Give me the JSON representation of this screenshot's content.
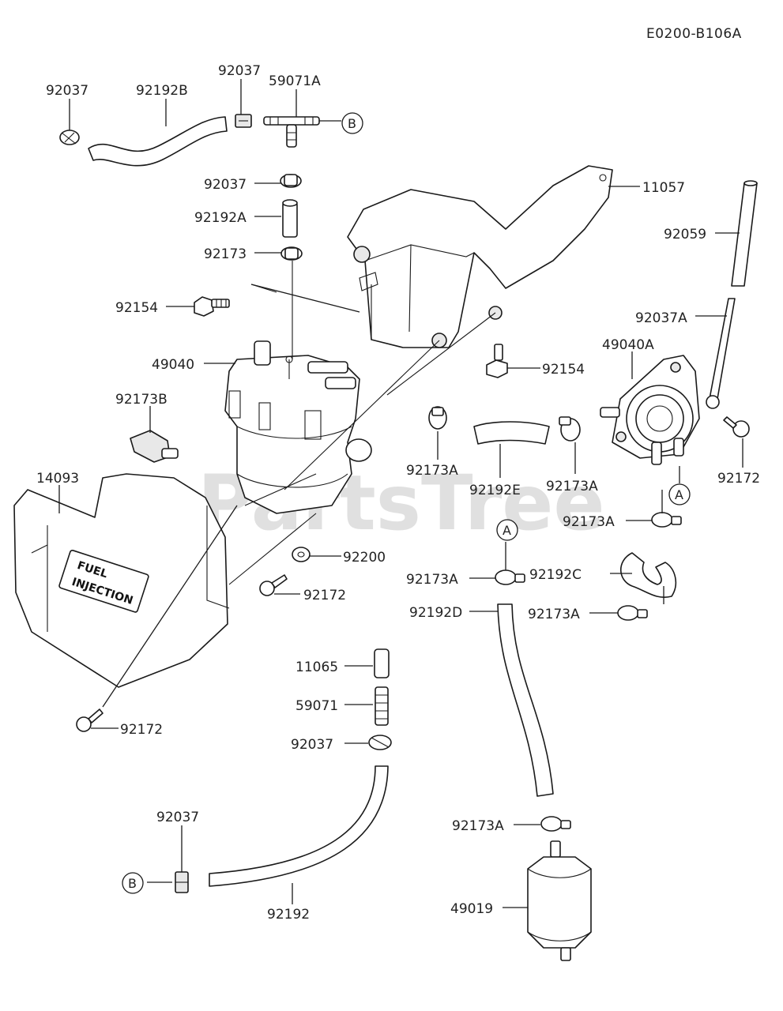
{
  "diagram_code": "E0200-B106A",
  "watermark": "PartsTree",
  "nameplate": {
    "line1": "FUEL",
    "line2": "INJECTION"
  },
  "refs": {
    "a": "A",
    "b": "B"
  },
  "labels": {
    "p92037_left": "92037",
    "p92192B": "92192B",
    "p92037_top": "92037",
    "p59071A": "59071A",
    "p11057": "11057",
    "p92037_mid": "92037",
    "p92192A": "92192A",
    "p92173": "92173",
    "p92059": "92059",
    "p92154_left": "92154",
    "p92037A": "92037A",
    "p49040A": "49040A",
    "p49040": "49040",
    "p92154_right": "92154",
    "p92173B": "92173B",
    "p92173A_1": "92173A",
    "p92192E": "92192E",
    "p92173A_2": "92173A",
    "p92172_right": "92172",
    "p14093": "14093",
    "p92173A_3": "92173A",
    "p92200": "92200",
    "p92173A_4": "92173A",
    "p92192C": "92192C",
    "p92172_mid": "92172",
    "p92192D": "92192D",
    "p92173A_5": "92173A",
    "p11065": "11065",
    "p59071": "59071",
    "p92037_low": "92037",
    "p92172_low": "92172",
    "p92037_bottom": "92037",
    "p92173A_6": "92173A",
    "p92192": "92192",
    "p49019": "49019"
  }
}
